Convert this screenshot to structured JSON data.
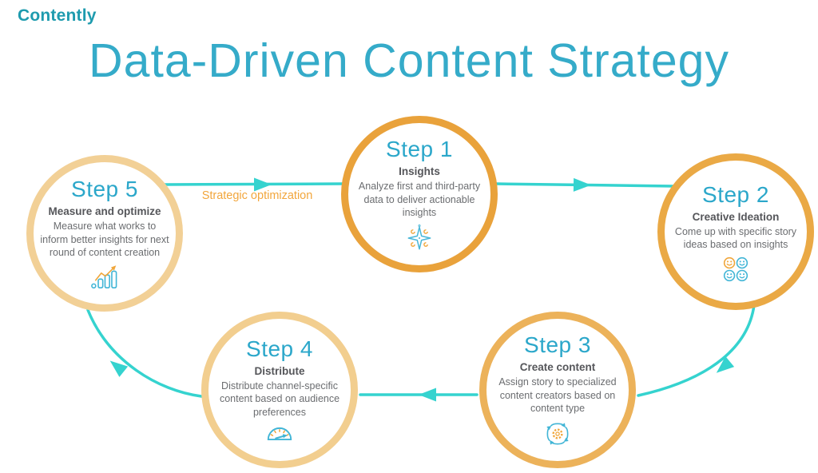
{
  "logo": {
    "text": "Contently"
  },
  "title": "Data-Driven Content Strategy",
  "connector_label": "Strategic optimization",
  "colors": {
    "brand_teal": "#1E9BAE",
    "title_teal": "#35ABC9",
    "step_heading_teal": "#2BA7CA",
    "arrow_teal": "#35D3CF",
    "accent_orange": "#F2A63C",
    "icon_teal": "#41B5D6",
    "icon_orange": "#F0A63B",
    "subtitle_gray": "#55565A",
    "body_gray": "#6B6D70"
  },
  "steps": [
    {
      "heading": "Step 1",
      "subtitle": "Insights",
      "body": "Analyze first and third-party data to deliver actionable insights",
      "icon": "sparkle-star-icon",
      "border_color": "#E9A23B"
    },
    {
      "heading": "Step 2",
      "subtitle": "Creative Ideation",
      "body": "Come up with specific story ideas based on insights",
      "icon": "smileys-icon",
      "border_color": "#EAA945"
    },
    {
      "heading": "Step 3",
      "subtitle": "Create content",
      "body": "Assign story to specialized content creators based on content type",
      "icon": "gear-sync-icon",
      "border_color": "#ECB25A"
    },
    {
      "heading": "Step 4",
      "subtitle": "Distribute",
      "body": "Distribute channel-specific content based on audience preferences",
      "icon": "gauge-icon",
      "border_color": "#F2CE8F"
    },
    {
      "heading": "Step 5",
      "subtitle": "Measure and optimize",
      "body": "Measure what works to inform better insights for next round of content creation",
      "icon": "bar-chart-icon",
      "border_color": "#F2D096"
    }
  ]
}
